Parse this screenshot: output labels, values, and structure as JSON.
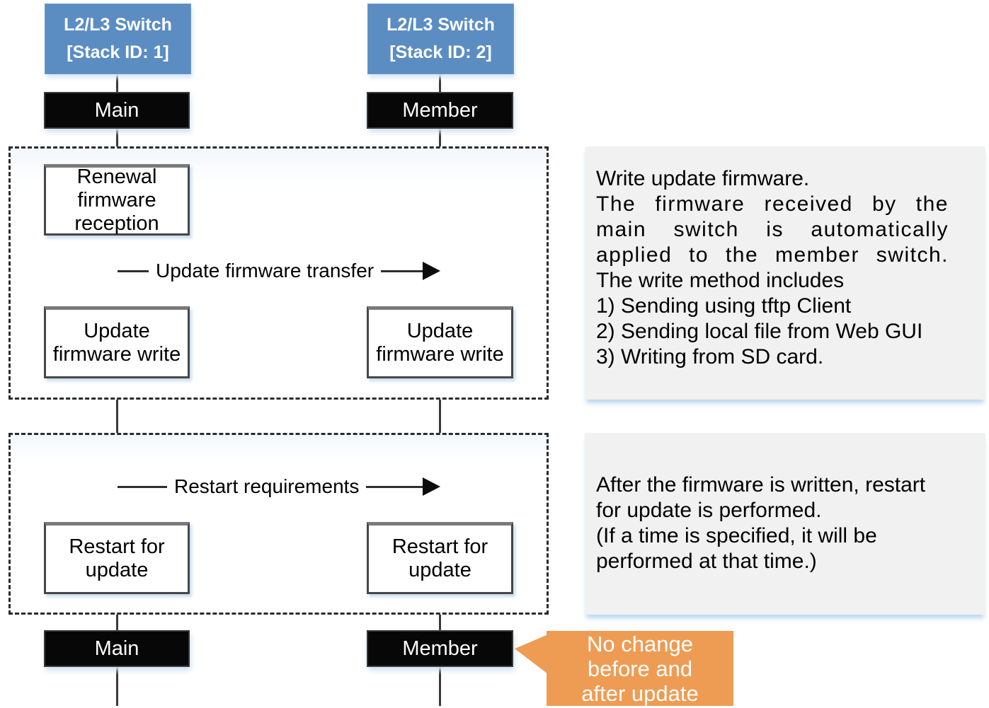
{
  "colors": {
    "header_blue": "#5b8dc2",
    "role_black": "#070707",
    "note_gray": "#f1f1f1",
    "callout_orange": "#ee9c54",
    "lifeline_dark": "#3a3a3a",
    "shadow_light_blue": "#c9ddef"
  },
  "lanes": [
    {
      "header_line1": "L2/L3 Switch",
      "header_line2": "[Stack ID: 1]",
      "role_top": "Main",
      "role_bottom": "Main"
    },
    {
      "header_line1": "L2/L3 Switch",
      "header_line2": "[Stack ID: 2]",
      "role_top": "Member",
      "role_bottom": "Member"
    }
  ],
  "phase1": {
    "reception_line1": "Renewal",
    "reception_line2": "firmware",
    "reception_line3": "reception",
    "arrow_label": "Update firmware transfer",
    "write_line1": "Update",
    "write_line2": "firmware write",
    "note": {
      "line1": "Write update firmware.",
      "just1": "The firmware received by the",
      "just2": "main switch is automatically",
      "just3": "applied to the member switch.",
      "line2": "The write method includes",
      "item1": "1) Sending using tftp Client",
      "item2": "2) Sending local file from Web GUI",
      "item3": "3) Writing from SD card."
    }
  },
  "phase2": {
    "arrow_label": "Restart requirements",
    "restart_line1": "Restart for",
    "restart_line2": "update",
    "note": {
      "line1": "After the firmware is written, restart",
      "line2": "for update is performed.",
      "line3": "(If a time is specified, it will be",
      "line4": "performed at that time.)"
    }
  },
  "callout": {
    "line1": "No change",
    "line2": "before and",
    "line3": "after update"
  }
}
